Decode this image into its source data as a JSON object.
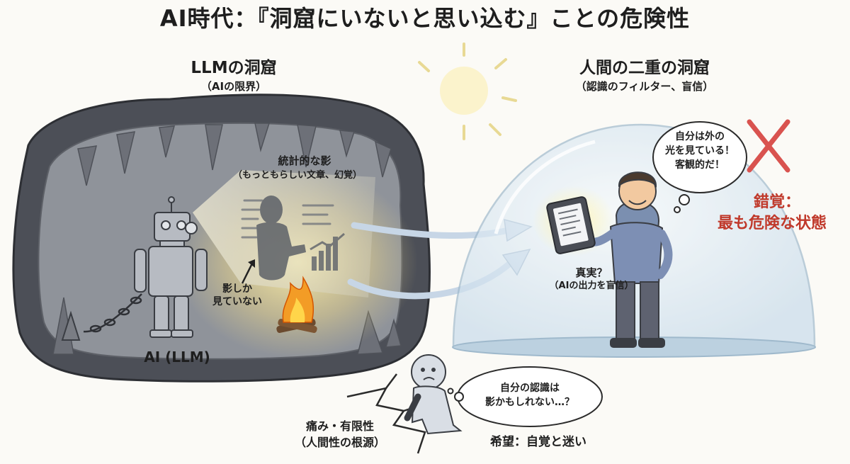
{
  "title": "AI時代：『洞窟にいないと思い込む』ことの危険性",
  "left": {
    "heading": "LLMの洞窟",
    "subheading": "（AIの限界）",
    "shadow_title": "統計的な影",
    "shadow_sub": "（もっともらしい文章、幻覚）",
    "shadow_note_1": "影しか",
    "shadow_note_2": "見ていない",
    "robot_label": "AI (LLM)"
  },
  "right": {
    "heading": "人間の二重の洞窟",
    "subheading": "（認識のフィルター、盲信）",
    "bubble_line1": "自分は外の",
    "bubble_line2": "光を見ている！",
    "bubble_line3": "客観的だ！",
    "illusion_line1": "錯覚：",
    "illusion_line2": "最も危険な状態",
    "truth_title": "真実？",
    "truth_sub": "（AIの出力を盲信）"
  },
  "bottom": {
    "pain_line1": "痛み・有限性",
    "pain_line2": "（人間性の根源）",
    "thought_line1": "自分の認識は",
    "thought_line2": "影かもしれない…？",
    "hope": "希望：自覚と迷い"
  },
  "colors": {
    "cave_rock": "#4c4f57",
    "cave_inner": "#8f939a",
    "light": "#f5ecc4",
    "dome": "#dcebf5",
    "arrow": "#c7d6e6",
    "red": "#c0392b"
  }
}
